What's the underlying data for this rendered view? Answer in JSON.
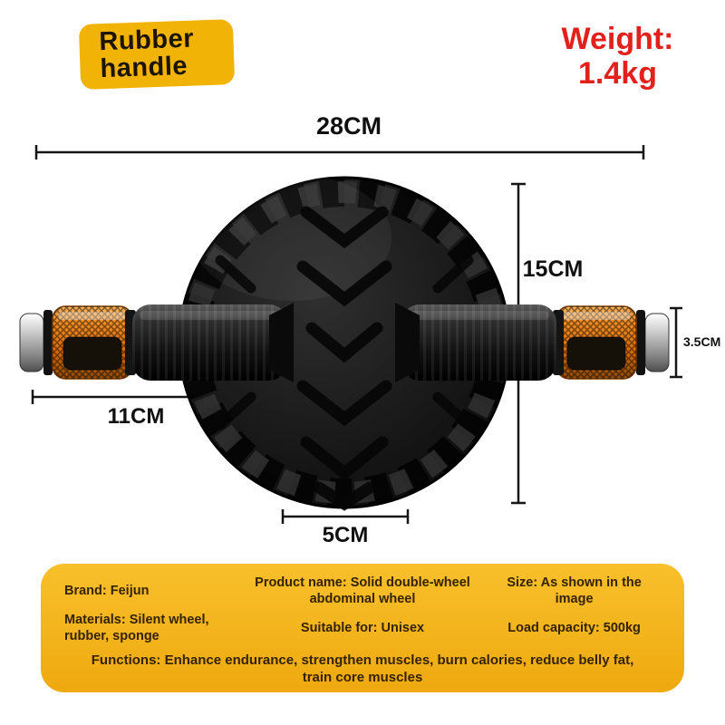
{
  "badge": {
    "line1": "Rubber",
    "line2": "handle"
  },
  "weight": {
    "label": "Weight:",
    "value": "1.4kg"
  },
  "dimensions": {
    "overall_width": "28CM",
    "wheel_diameter": "15CM",
    "handle_length": "11CM",
    "handle_diameter": "3.5CM",
    "wheel_width": "5CM"
  },
  "specs": {
    "brand": "Brand: Feijun",
    "product_name": "Product name: Solid double-wheel abdominal wheel",
    "size": "Size: As shown in the image",
    "materials": "Materials: Silent wheel, rubber, sponge",
    "suitable_for": "Suitable for: Unisex",
    "load_capacity": "Load capacity: 500kg",
    "functions": "Functions: Enhance endurance, strengthen muscles, burn calories, reduce belly fat, train core muscles"
  },
  "colors": {
    "accent_yellow": "#F2B307",
    "accent_red": "#E2211C",
    "handle_orange": "#E8821E",
    "tire_black": "#141414"
  },
  "product": {
    "name": "ab roller wheel with rubber handles"
  }
}
